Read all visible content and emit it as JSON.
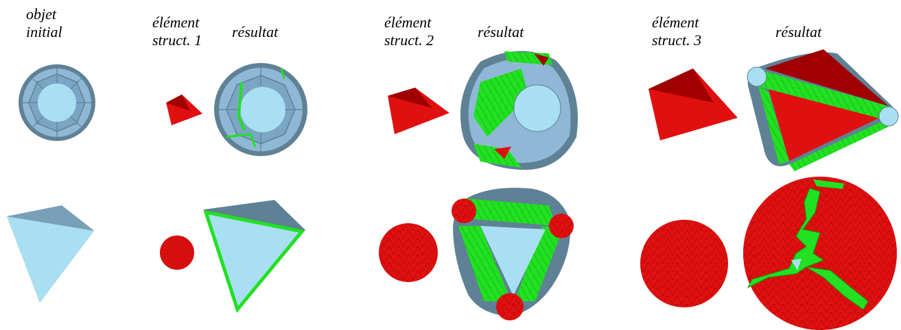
{
  "labels": {
    "col0": [
      "objet",
      "initial"
    ],
    "col1": [
      "élément",
      "struct. 1"
    ],
    "col1_result": "résultat",
    "col2": [
      "élément",
      "struct. 2"
    ],
    "col2_result": "résultat",
    "col3": [
      "élément",
      "struct. 3"
    ],
    "col3_result": "résultat"
  },
  "colors": {
    "object_light": "#a9dff2",
    "object_mid": "#8fb8d6",
    "object_dark": "#5f8195",
    "structuring_red": "#e01010",
    "structuring_dark": "#a00000",
    "dilation_green": "#22e022",
    "dilation_green_dark": "#0aa00a"
  }
}
